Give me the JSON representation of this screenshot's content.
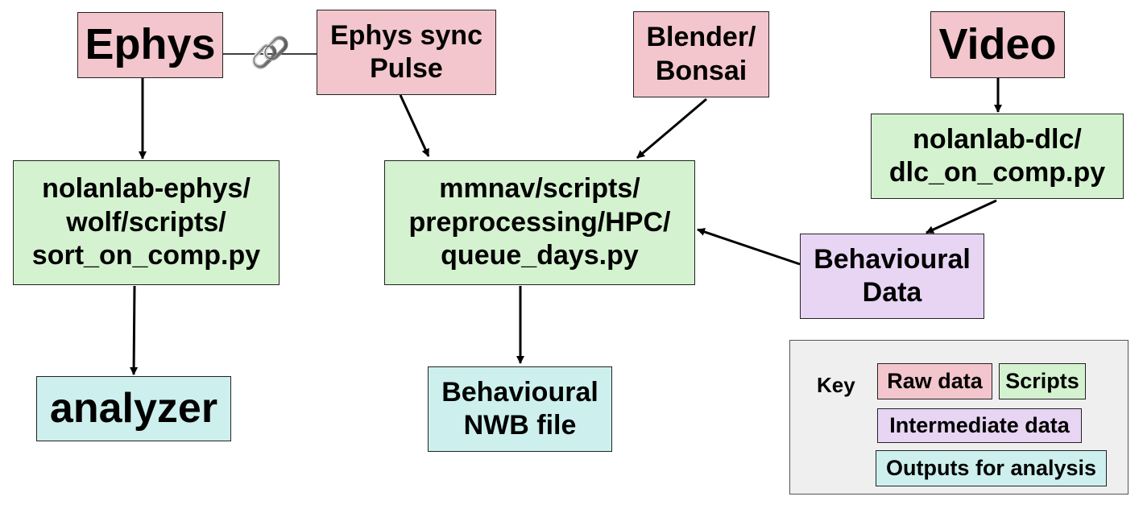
{
  "nodes": {
    "ephys": "Ephys",
    "ephys_sync": "Ephys sync\nPulse",
    "blender": "Blender/\nBonsai",
    "video": "Video",
    "sort_script": "nolanlab-ephys/\nwolf/scripts/\nsort_on_comp.py",
    "mmnav_script": "mmnav/scripts/\npreprocessing/HPC/\nqueue_days.py",
    "dlc_script": "nolanlab-dlc/\ndlc_on_comp.py",
    "behavioural_data": "Behavioural\nData",
    "analyzer": "analyzer",
    "nwb_file": "Behavioural\nNWB file"
  },
  "legend": {
    "title": "Key",
    "raw": "Raw data",
    "scripts": "Scripts",
    "intermediate": "Intermediate data",
    "outputs": "Outputs for analysis"
  },
  "colors": {
    "raw": "#f2c6cc",
    "scripts": "#d4f2cf",
    "intermediate": "#e8d5f3",
    "outputs": "#cdf0ee"
  },
  "icons": [
    "chain-link-icon"
  ]
}
